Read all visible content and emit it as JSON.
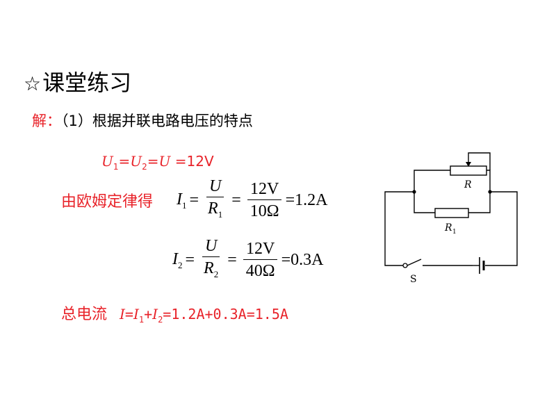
{
  "title": {
    "star": "☆",
    "text": "课堂练习"
  },
  "solution": {
    "prefix": "解：",
    "intro": "（1）根据并联电路电压的特点"
  },
  "voltage_eq": {
    "u1": "U",
    "s1": "1",
    "eq1": "=",
    "u2": "U",
    "s2": "2",
    "eq2": "=",
    "u": "U",
    "rest": " =12V"
  },
  "ohm_label": "由欧姆定律得",
  "formula1": {
    "lhs": "I",
    "lhs_sub": "1",
    "num1": "U",
    "den1": "R",
    "den1_sub": "1",
    "num2": "12V",
    "den2": "10Ω",
    "result": "=1.2A"
  },
  "formula2": {
    "lhs": "I",
    "lhs_sub": "2",
    "num1": "U",
    "den1": "R",
    "den1_sub": "2",
    "num2": "12V",
    "den2": "40Ω",
    "result": "=0.3A"
  },
  "total": {
    "label": "总电流",
    "i": "I",
    "eq": "=",
    "i1": "I",
    "s1": "1",
    "plus": "+",
    "i2": "I",
    "s2": "2",
    "rest": "=1.2A+0.3A=1.5A"
  },
  "circuit": {
    "resistor_r": "R",
    "resistor_r1": "R",
    "resistor_r1_sub": "1",
    "switch": "S"
  }
}
